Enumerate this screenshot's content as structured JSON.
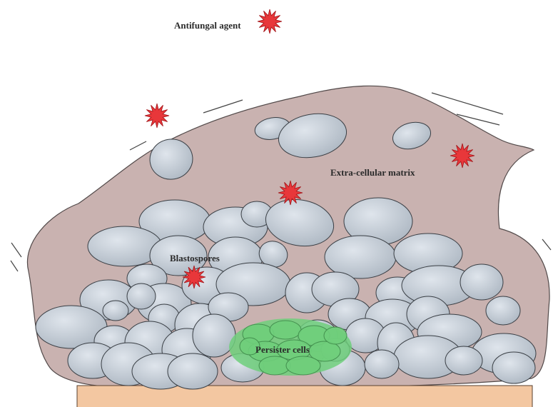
{
  "labels": {
    "antifungal": "Antifungal agent",
    "ecm": "Extra-cellular matrix",
    "blastospores": "Blastospores",
    "persister": "Persister cells"
  },
  "colors": {
    "cell_fill": "#c4cdd6",
    "cell_stroke": "#3a3f45",
    "matrix_fill": "#c2a8a6",
    "persister_fill": "#6fcf7b",
    "substrate_fill": "#f3c7a1",
    "star_fill": "#e8373a",
    "star_stroke": "#a3171b"
  }
}
